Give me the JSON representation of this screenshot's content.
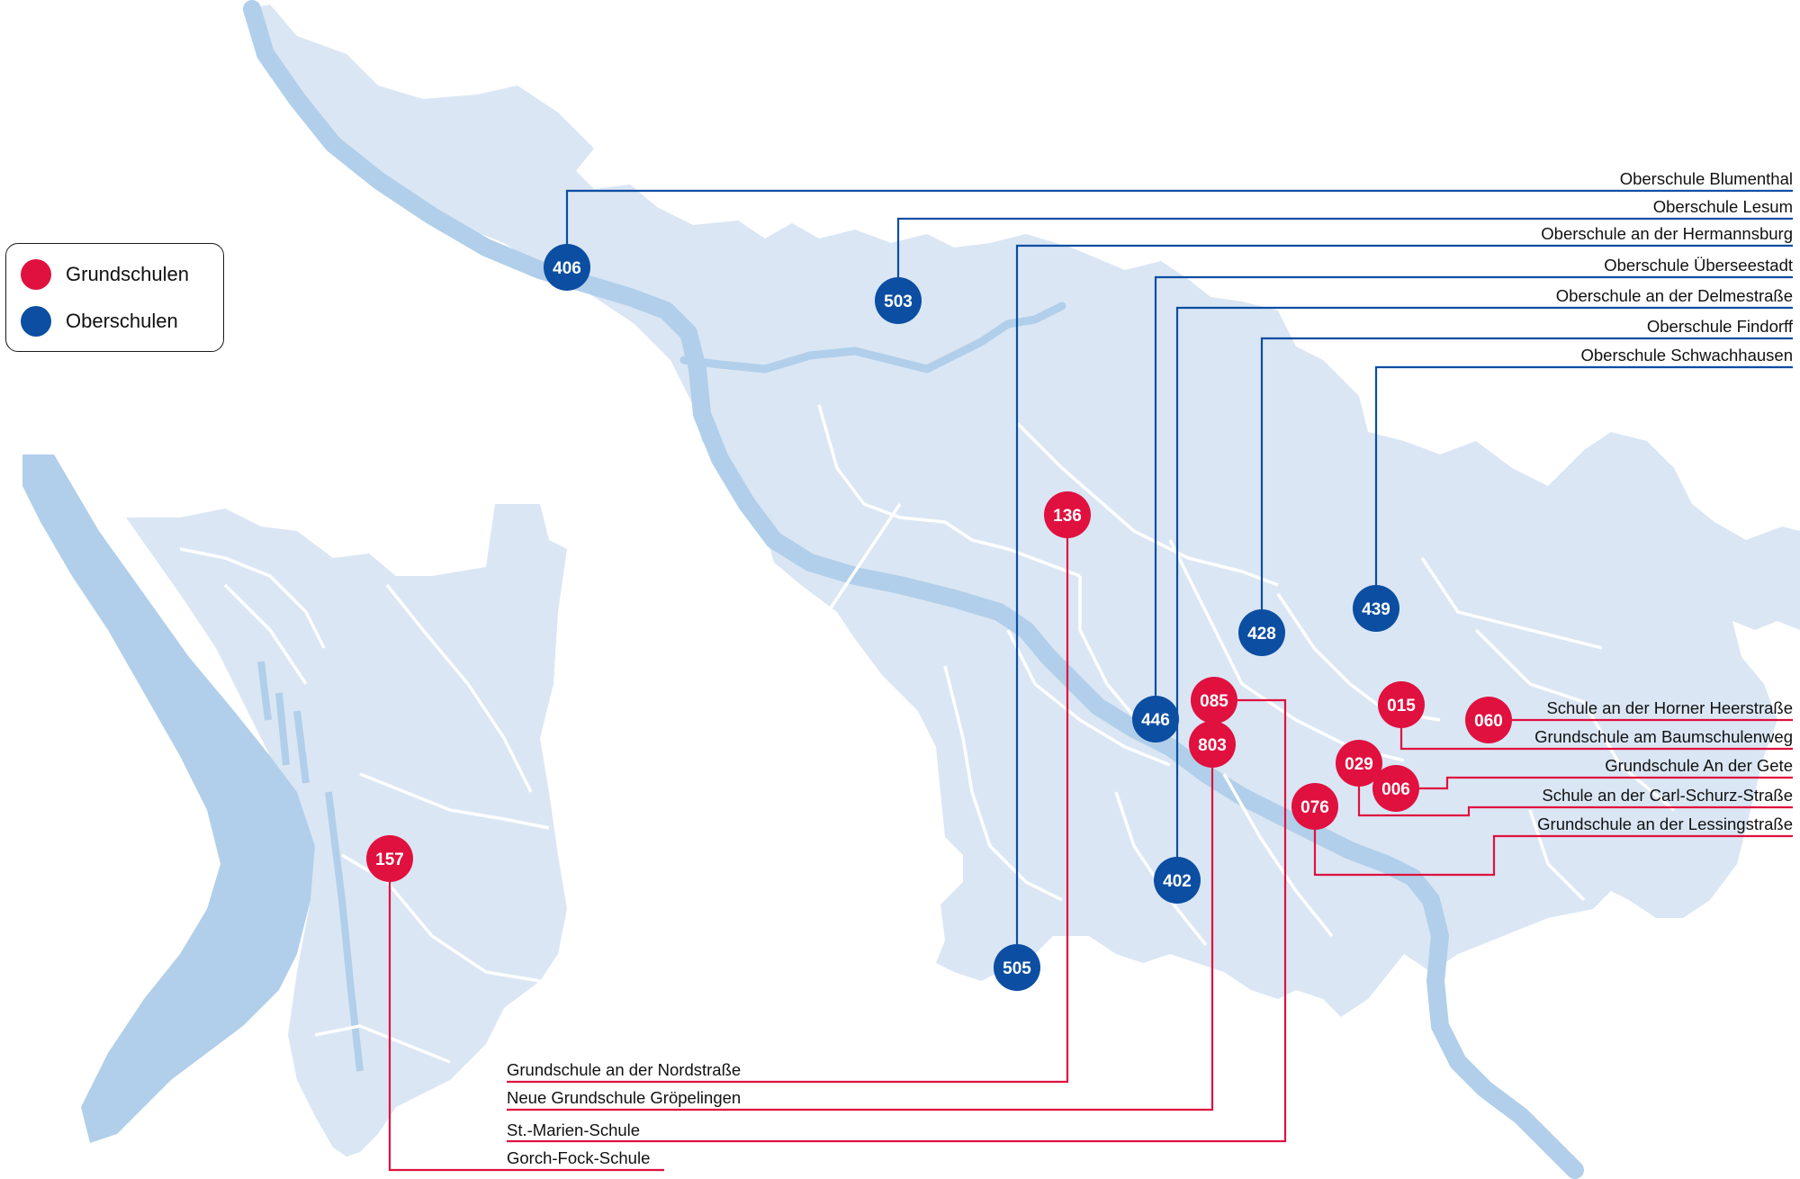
{
  "colors": {
    "land": "#dae6f4",
    "water": "#b1cfea",
    "district_border": "#ffffff",
    "grundschule": "#e0103f",
    "oberschule": "#0b4ea2"
  },
  "legend": {
    "grundschulen": "Grundschulen",
    "oberschulen": "Oberschulen"
  },
  "oberschulen": [
    {
      "id": "406",
      "name": "Oberschule Blumenthal"
    },
    {
      "id": "503",
      "name": "Oberschule Lesum"
    },
    {
      "id": "505",
      "name": "Oberschule an der Hermannsburg"
    },
    {
      "id": "446",
      "name": "Oberschule Überseestadt"
    },
    {
      "id": "402",
      "name": "Oberschule an der Delmestraße"
    },
    {
      "id": "428",
      "name": "Oberschule Findorff"
    },
    {
      "id": "439",
      "name": "Oberschule Schwachhausen"
    }
  ],
  "grundschulen_east": [
    {
      "id": "060",
      "name": "Schule an der Horner Heerstraße"
    },
    {
      "id": "015",
      "name": "Grundschule am Baumschulenweg"
    },
    {
      "id": "006",
      "name": "Grundschule An der Gete"
    },
    {
      "id": "029",
      "name": "Schule an der Carl-Schurz-Straße"
    },
    {
      "id": "076",
      "name": "Grundschule an der Lessingstraße"
    }
  ],
  "grundschulen_south": [
    {
      "id": "136",
      "name": "Grundschule an der Nordstraße"
    },
    {
      "id": "803",
      "name": "Neue Grundschule Gröpelingen"
    },
    {
      "id": "085",
      "name": "St.-Marien-Schule"
    },
    {
      "id": "157",
      "name": "Gorch-Fock-Schule"
    }
  ]
}
